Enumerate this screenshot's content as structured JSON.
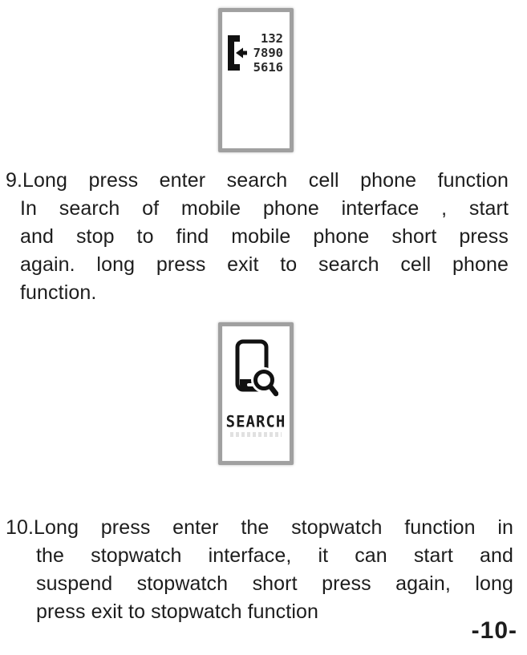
{
  "document": {
    "page_number": "-10-"
  },
  "screen_call": {
    "icon": "incoming-call-icon",
    "number_lines": [
      "132",
      "7890",
      "5616"
    ]
  },
  "screen_search": {
    "icon": "phone-search-icon",
    "label": "SEARCH"
  },
  "instruction_9": {
    "lines": [
      "9.Long press enter search cell phone function",
      "In search of mobile phone interface , start",
      "and stop to find mobile phone short press",
      "again. long press exit to search cell phone",
      "function."
    ]
  },
  "instruction_10": {
    "lines": [
      "10.Long press enter the stopwatch function in",
      "the stopwatch interface, it can start and",
      "suspend stopwatch short press again, long",
      "press exit to stopwatch function"
    ]
  }
}
